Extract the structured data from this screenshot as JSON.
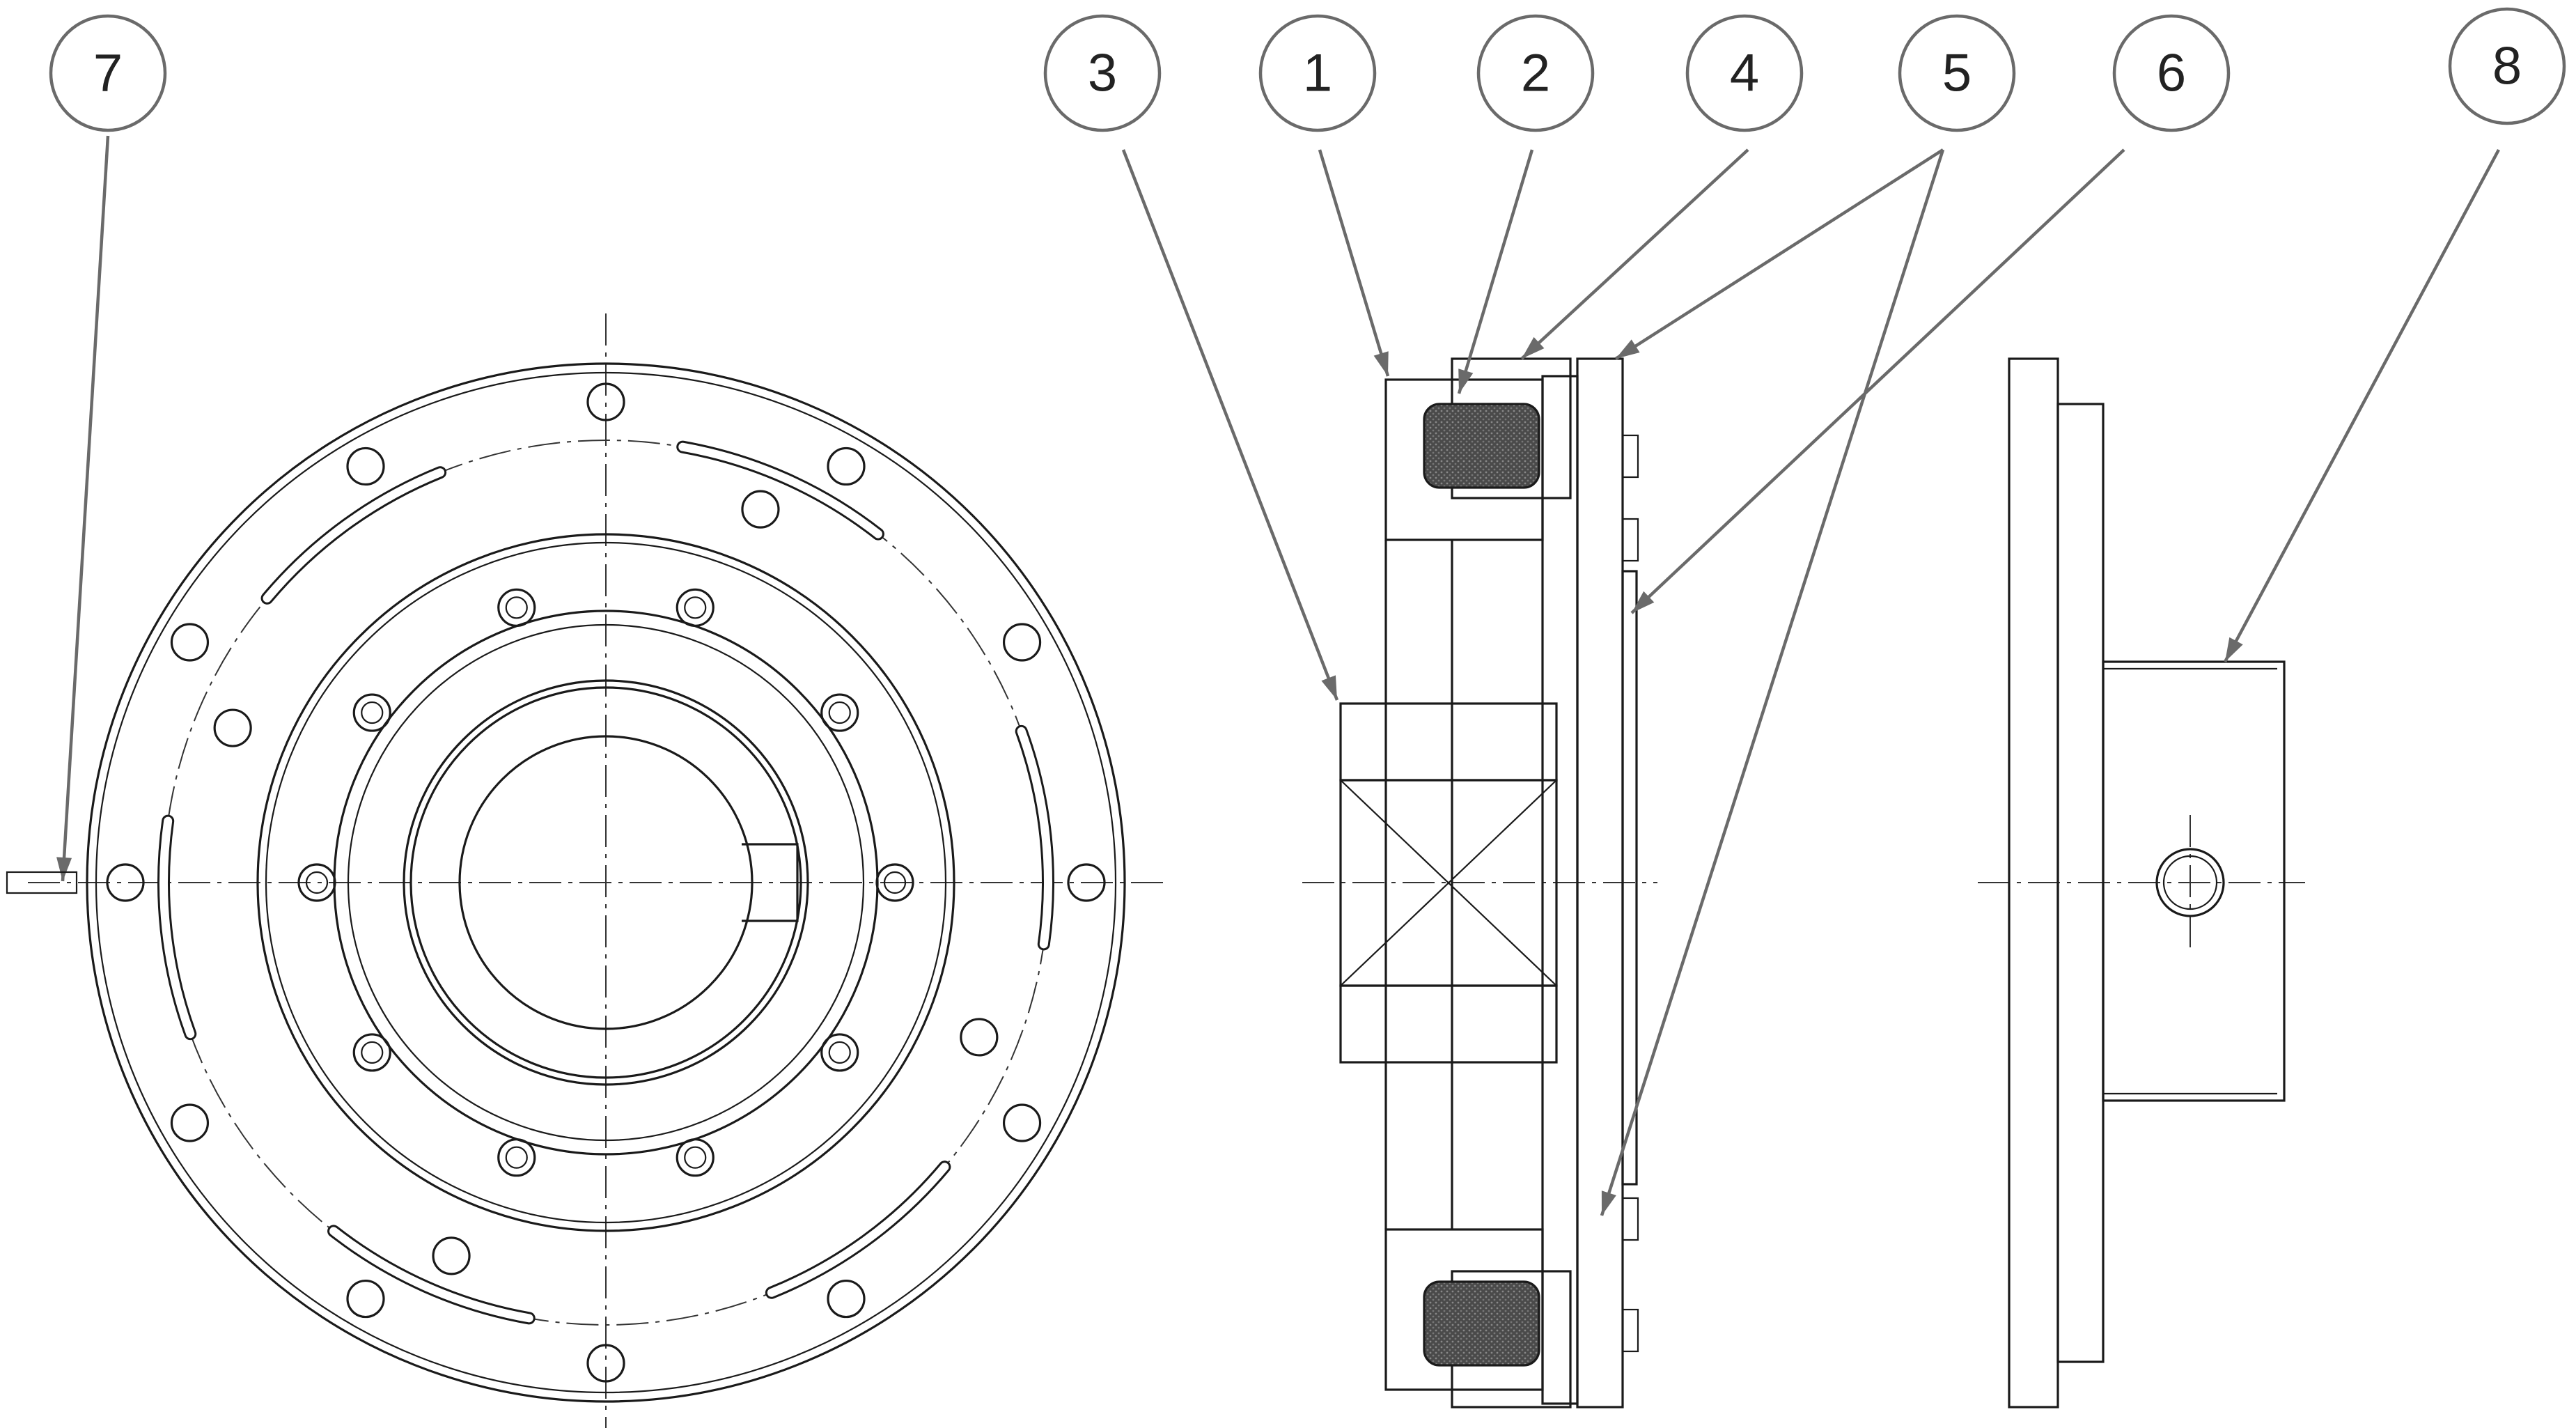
{
  "balloons": [
    {
      "id": "7",
      "label": "7"
    },
    {
      "id": "3",
      "label": "3"
    },
    {
      "id": "1",
      "label": "1"
    },
    {
      "id": "2",
      "label": "2"
    },
    {
      "id": "4",
      "label": "4"
    },
    {
      "id": "5",
      "label": "5"
    },
    {
      "id": "6",
      "label": "6"
    },
    {
      "id": "8",
      "label": "8"
    }
  ],
  "colors": {
    "line": "#1a1a1a",
    "leader": "#6a6a6a",
    "background": "#ffffff"
  }
}
